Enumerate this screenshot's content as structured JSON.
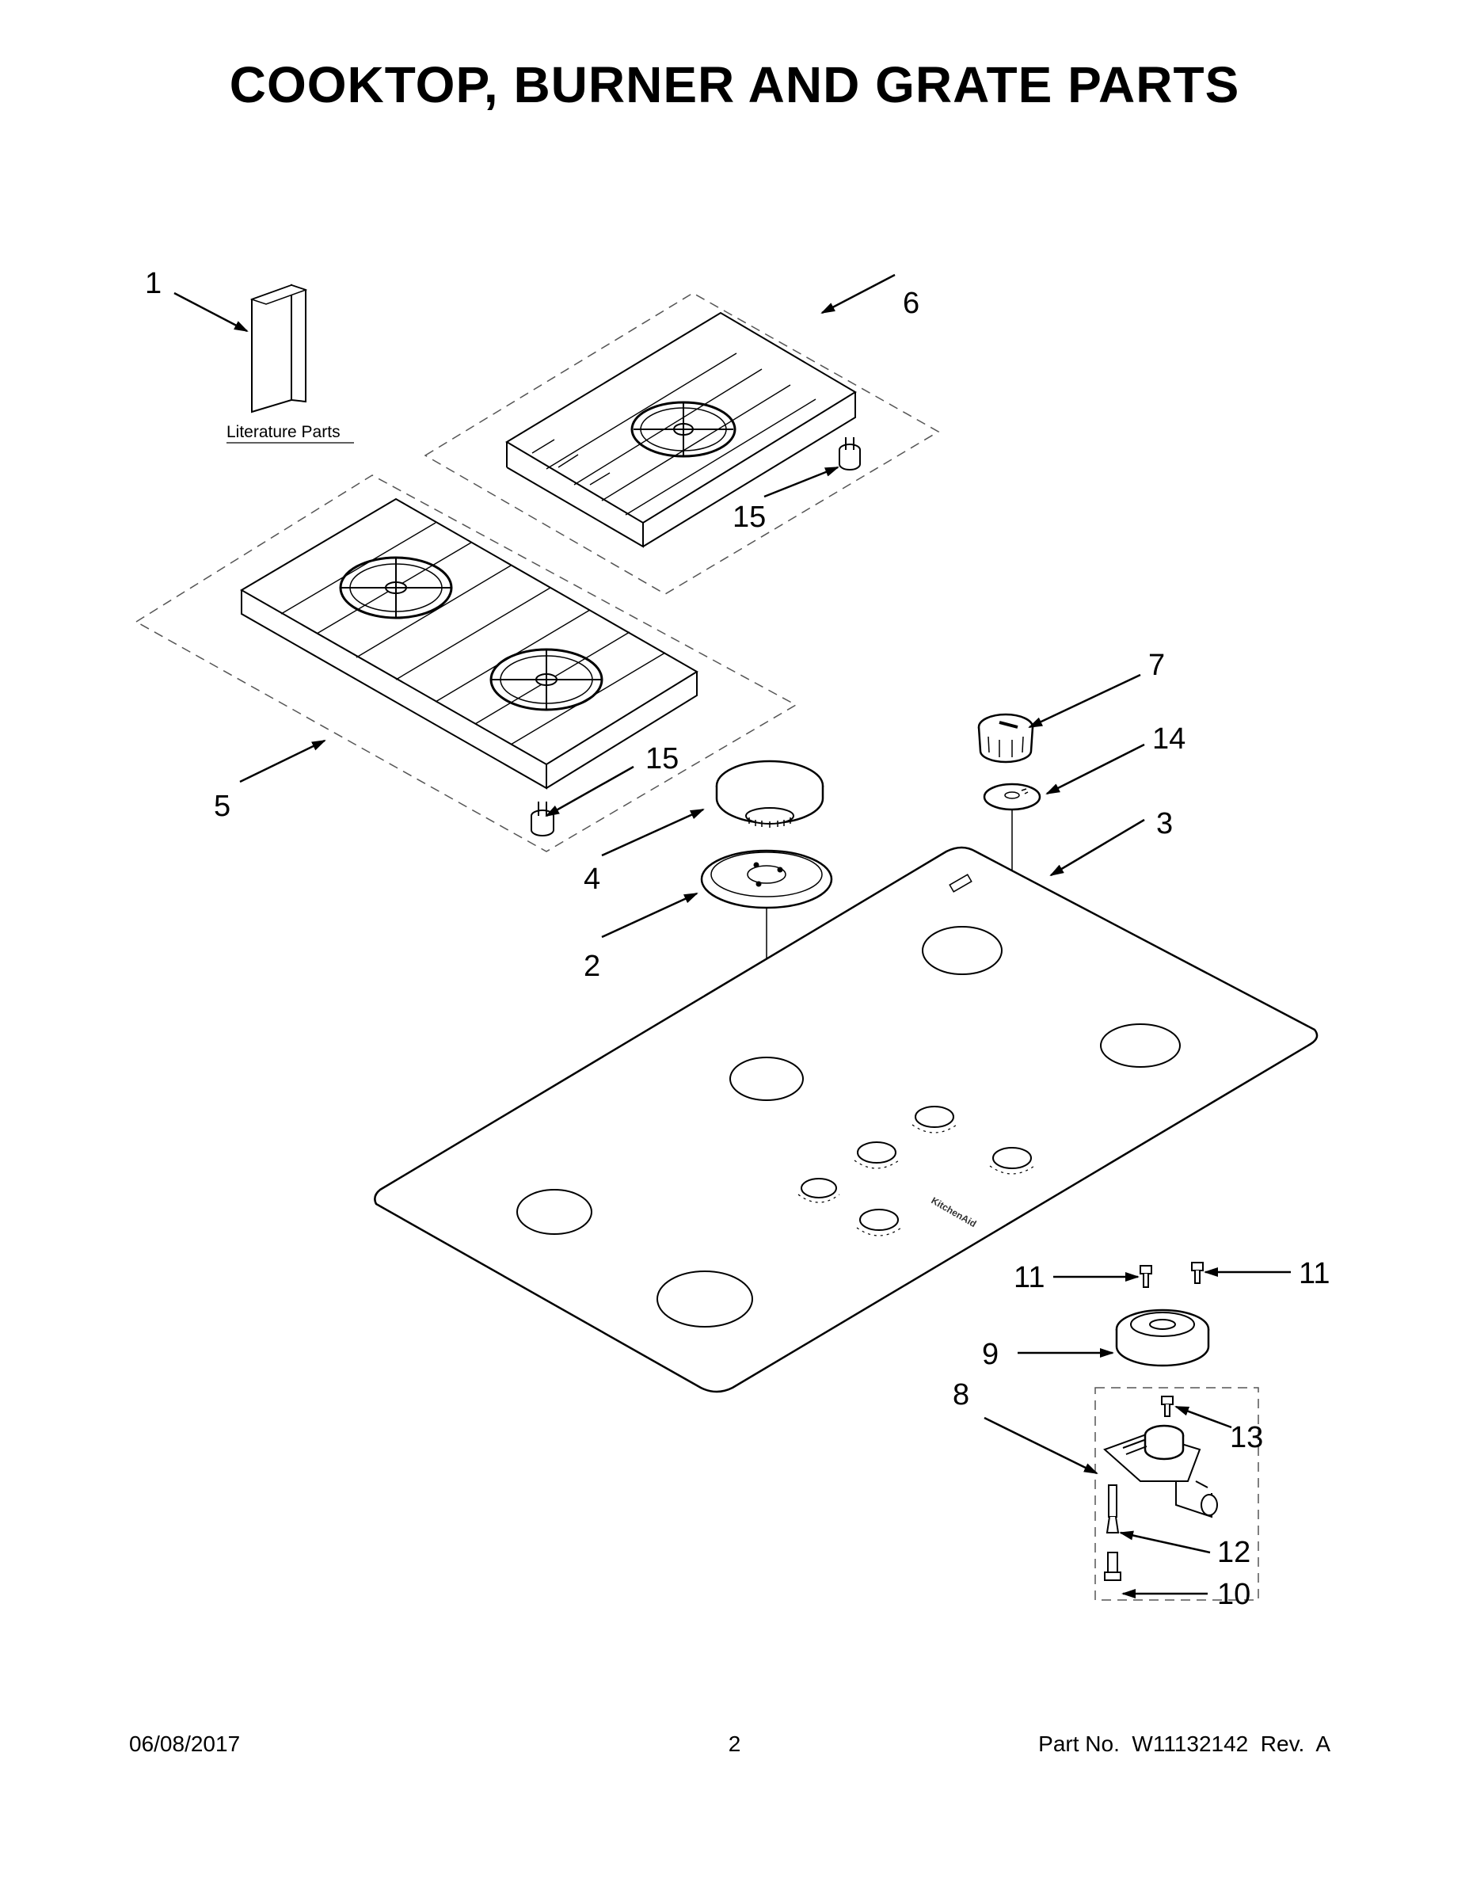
{
  "title": "COOKTOP, BURNER AND GRATE PARTS",
  "literature_label": "Literature Parts",
  "brand_mark": "KitchenAid",
  "callouts": [
    "1",
    "6",
    "15",
    "5",
    "15",
    "4",
    "2",
    "7",
    "14",
    "3",
    "11",
    "11",
    "9",
    "8",
    "13",
    "12",
    "10"
  ],
  "footer": {
    "date": "06/08/2017",
    "page": "2",
    "part": "Part No.  W11132142  Rev.  A"
  }
}
